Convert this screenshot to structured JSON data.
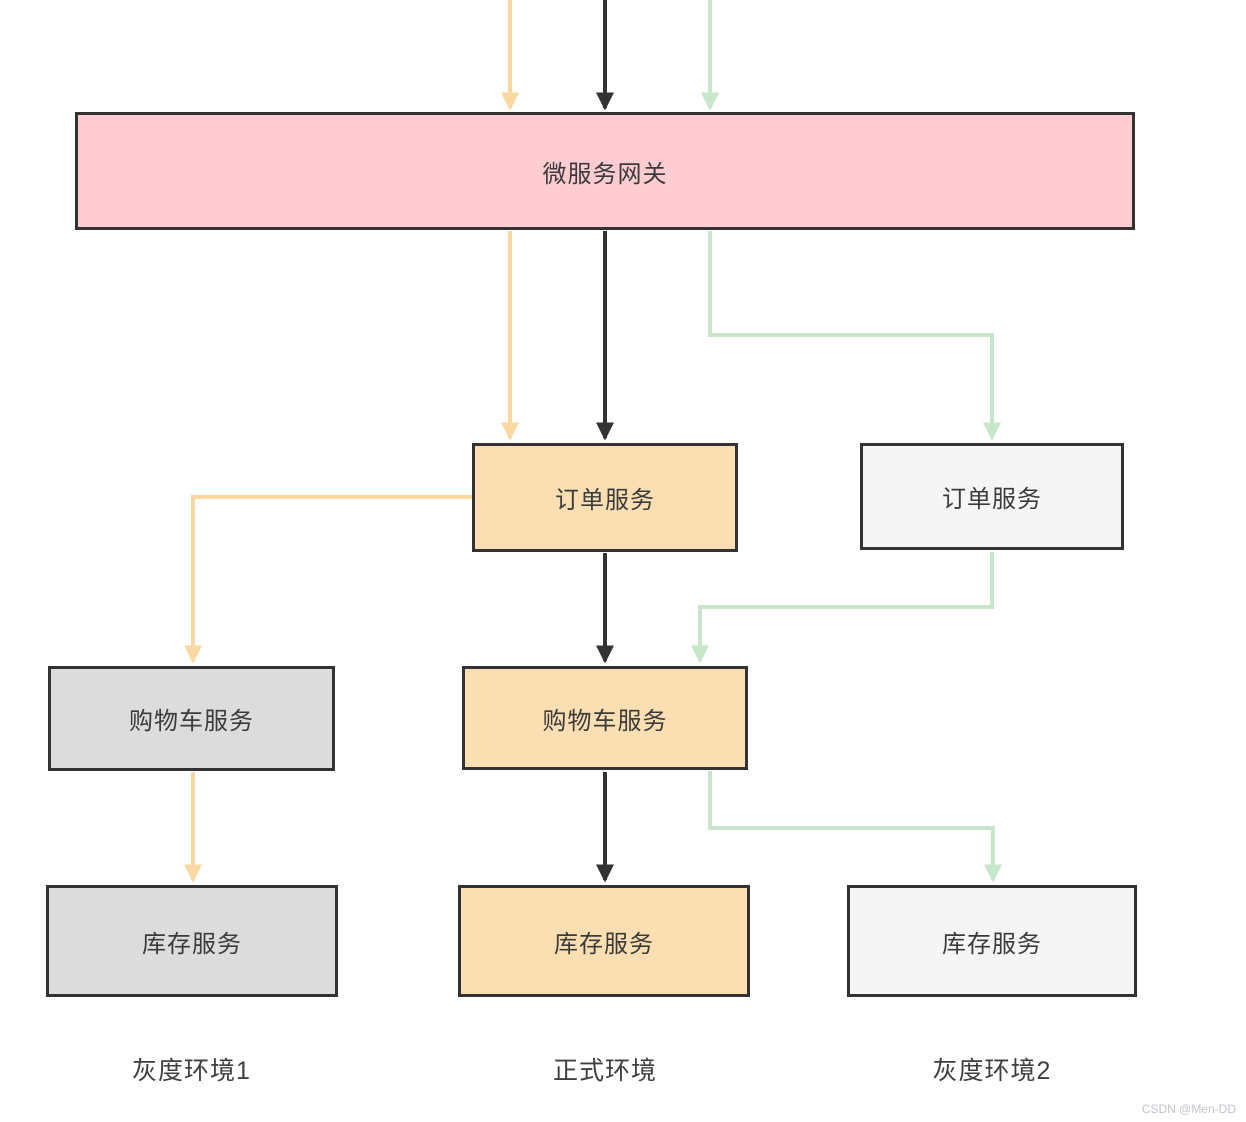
{
  "diagram": {
    "title_hint": "microservice gray-release (canary) routing diagram",
    "nodes": {
      "gateway": {
        "label": "微服务网关"
      },
      "prod_order": {
        "label": "订单服务"
      },
      "prod_cart": {
        "label": "购物车服务"
      },
      "prod_stock": {
        "label": "库存服务"
      },
      "gray1_cart": {
        "label": "购物车服务"
      },
      "gray1_stock": {
        "label": "库存服务"
      },
      "gray2_order": {
        "label": "订单服务"
      },
      "gray2_stock": {
        "label": "库存服务"
      }
    },
    "env_labels": {
      "gray1": "灰度环境1",
      "prod": "正式环境",
      "gray2": "灰度环境2"
    },
    "flows": [
      {
        "name": "gray1-flow",
        "color_key": "arrow_gray1",
        "path": "top → 微服务网关 → 订单服务(正式) → 购物车服务(灰度1) → 库存服务(灰度1)"
      },
      {
        "name": "prod-flow",
        "color_key": "arrow_prod",
        "path": "top → 微服务网关 → 订单服务(正式) → 购物车服务(正式) → 库存服务(正式)"
      },
      {
        "name": "gray2-flow",
        "color_key": "arrow_gray2",
        "path": "top → 微服务网关 → 订单服务(灰度2) → 购物车服务(正式) → 库存服务(灰度2)"
      }
    ]
  },
  "colors": {
    "gateway_fill": "#ffccd2",
    "prod_fill": "#fbdfb2",
    "gray1_fill": "#dcdcdc",
    "gray2_fill": "#f5f5f5",
    "border": "#333333",
    "arrow_prod": "#333333",
    "arrow_gray1": "#fbd7a1",
    "arrow_gray2": "#c8e6c9",
    "text": "#3b3b3b"
  },
  "watermark": "CSDN @Men-DD"
}
